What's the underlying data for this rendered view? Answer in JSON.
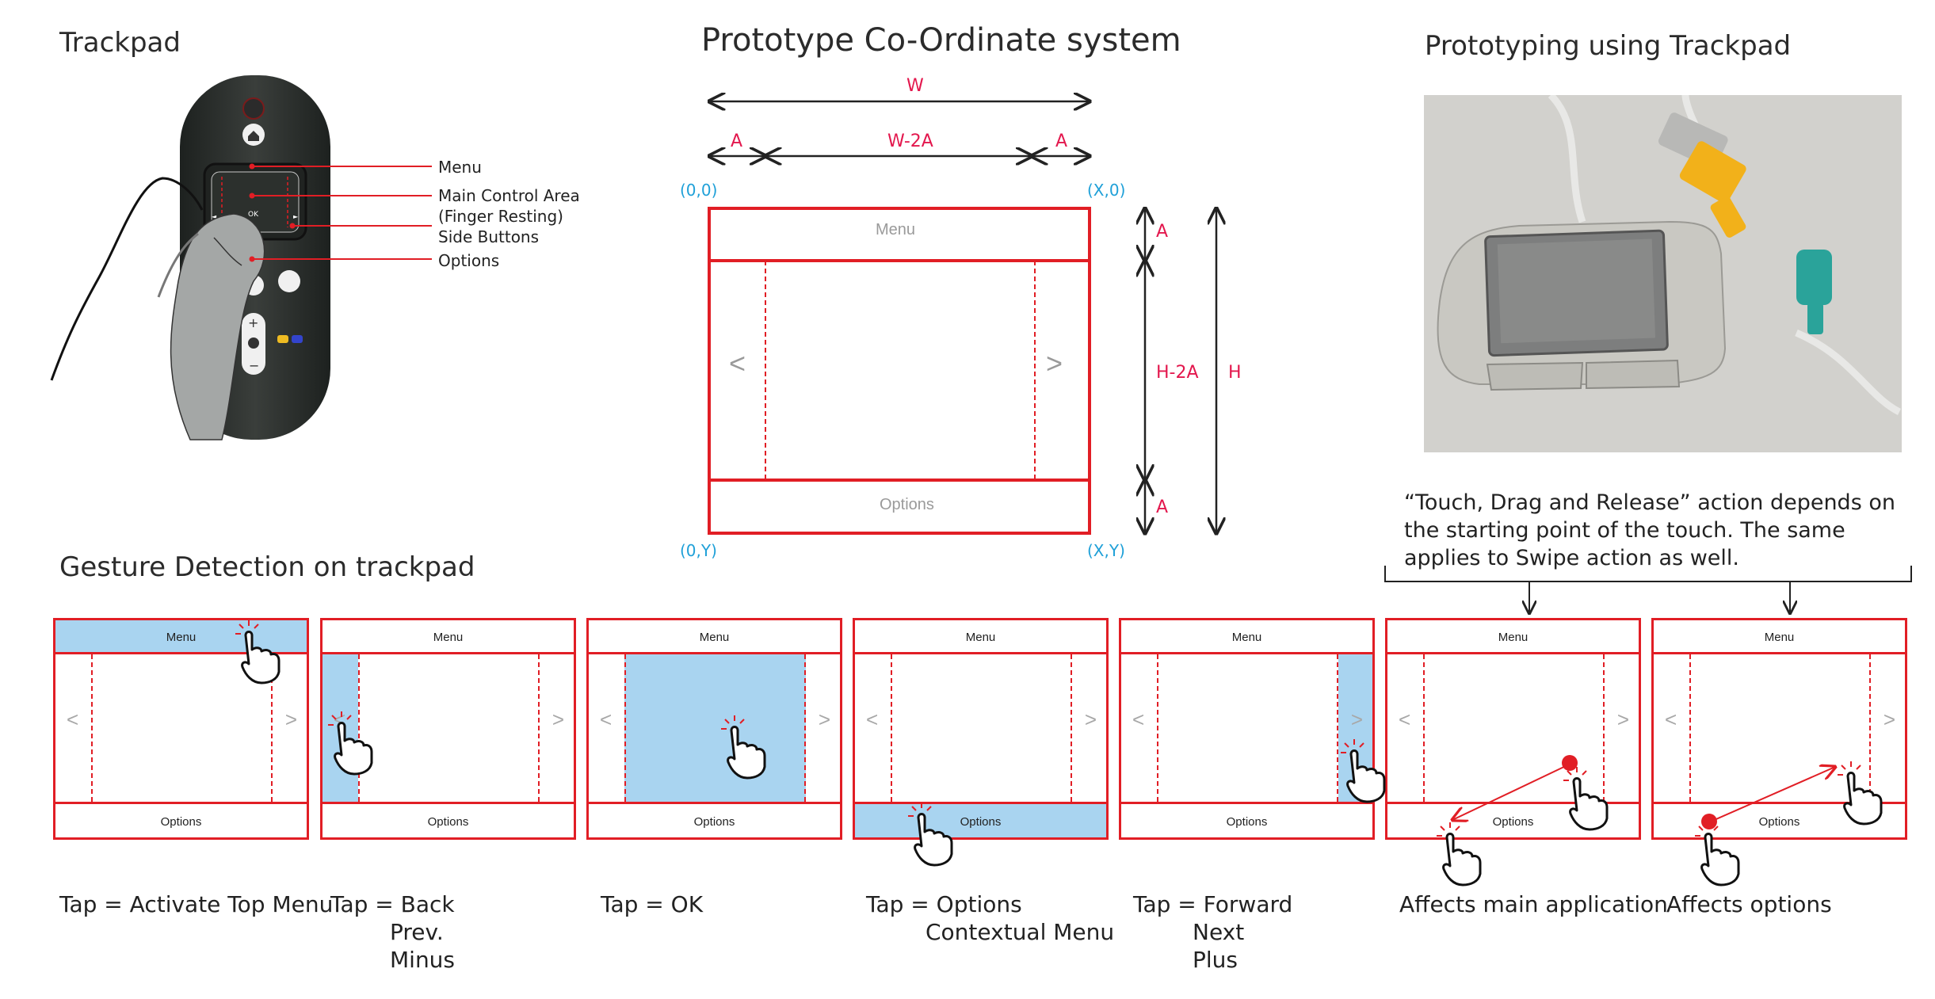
{
  "sections": {
    "trackpad_title": "Trackpad",
    "coordinate_title": "Prototype Co-Ordinate system",
    "prototyping_title": "Prototyping using Trackpad",
    "gesture_title": "Gesture Detection on trackpad"
  },
  "remote_callouts": {
    "menu": "Menu",
    "main_control_area": "Main Control Area",
    "finger_resting": "(Finger Resting)",
    "side_buttons": "Side Buttons",
    "options": "Options"
  },
  "remote_buttons": {
    "ok": "OK",
    "plus": "+",
    "minus": "−"
  },
  "coordinate": {
    "w": "W",
    "a": "A",
    "w_minus_2a": "W-2A",
    "h_minus_2a": "H-2A",
    "h": "H",
    "origin": "(0,0)",
    "top_right": "(X,0)",
    "bottom_left": "(0,Y)",
    "bottom_right": "(X,Y)",
    "menu": "Menu",
    "options": "Options",
    "left_arrow": "<",
    "right_arrow": ">"
  },
  "note_text": "“Touch,  Drag and Release” action depends on the starting point of the touch. The same applies to Swipe action as well.",
  "panel_labels": {
    "menu": "Menu",
    "options": "Options",
    "left": "<",
    "right": ">"
  },
  "captions": [
    [
      "Tap = Activate Top Menu"
    ],
    [
      "Tap = Back",
      "Prev.",
      "Minus"
    ],
    [
      "Tap = OK"
    ],
    [
      "Tap = Options",
      "Contextual Menu"
    ],
    [
      "Tap = Forward",
      "Next",
      "Plus"
    ],
    [
      "Affects main application"
    ],
    [
      "Affects options"
    ]
  ],
  "colors": {
    "accent_red": "#e3174d",
    "frame_red": "#e11e25",
    "coord_blue": "#1fa0d8",
    "highlight_blue": "#a9d4f0"
  }
}
